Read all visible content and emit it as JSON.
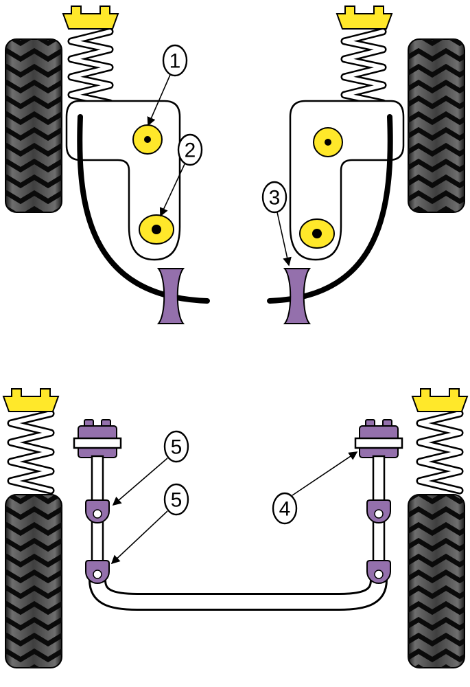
{
  "diagram": {
    "callouts": [
      {
        "label": "1"
      },
      {
        "label": "2"
      },
      {
        "label": "3"
      },
      {
        "label": "5"
      },
      {
        "label": "5"
      },
      {
        "label": "4"
      }
    ]
  },
  "colors": {
    "yellow": "#ffe82a",
    "purple": "#9470ac",
    "outline": "#000000",
    "background": "#ffffff"
  }
}
